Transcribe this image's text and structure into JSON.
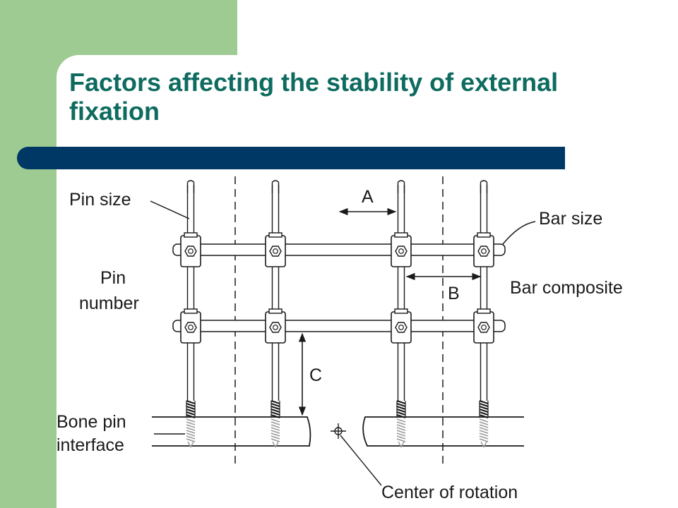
{
  "slide": {
    "title": "Factors affecting the stability of external fixation",
    "colors": {
      "side_panel": "#9ecb92",
      "title": "#0e6b5f",
      "bar": "#003865"
    }
  },
  "diagram": {
    "labels": {
      "pin_size": "Pin size",
      "pin_number_line1": "Pin",
      "pin_number_line2": "number",
      "bar_size": "Bar size",
      "bar_composite": "Bar composite",
      "bone_pin_line1": "Bone pin",
      "bone_pin_line2": "interface",
      "center_of_rotation": "Center of rotation",
      "dim_a": "A",
      "dim_b": "B",
      "dim_c": "C"
    }
  }
}
